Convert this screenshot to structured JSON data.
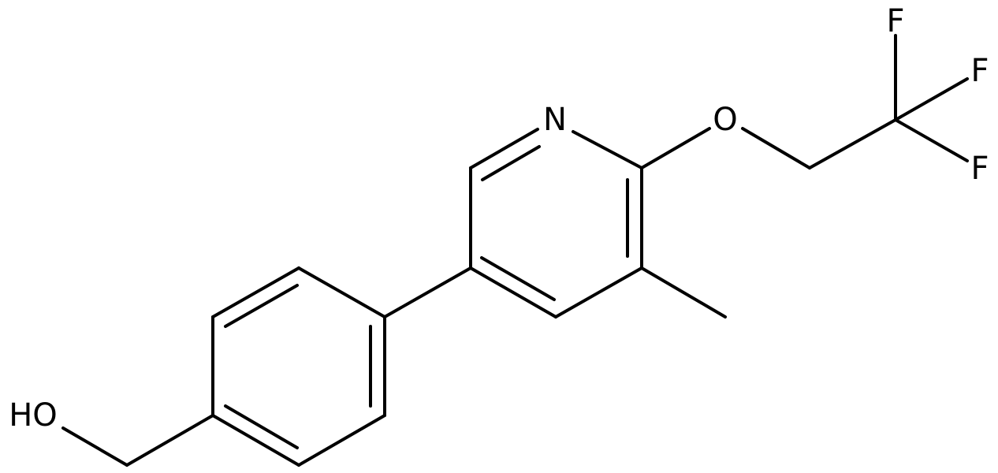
{
  "molecule": {
    "labels": {
      "nitrogen": "N",
      "ether_oxygen": "O",
      "fluorine_top": "F",
      "fluorine_right_upper": "F",
      "fluorine_right_lower": "F",
      "hydroxyl": "HO"
    },
    "colors": {
      "bond": "#000000",
      "label": "#000000",
      "background": "#ffffff"
    }
  }
}
